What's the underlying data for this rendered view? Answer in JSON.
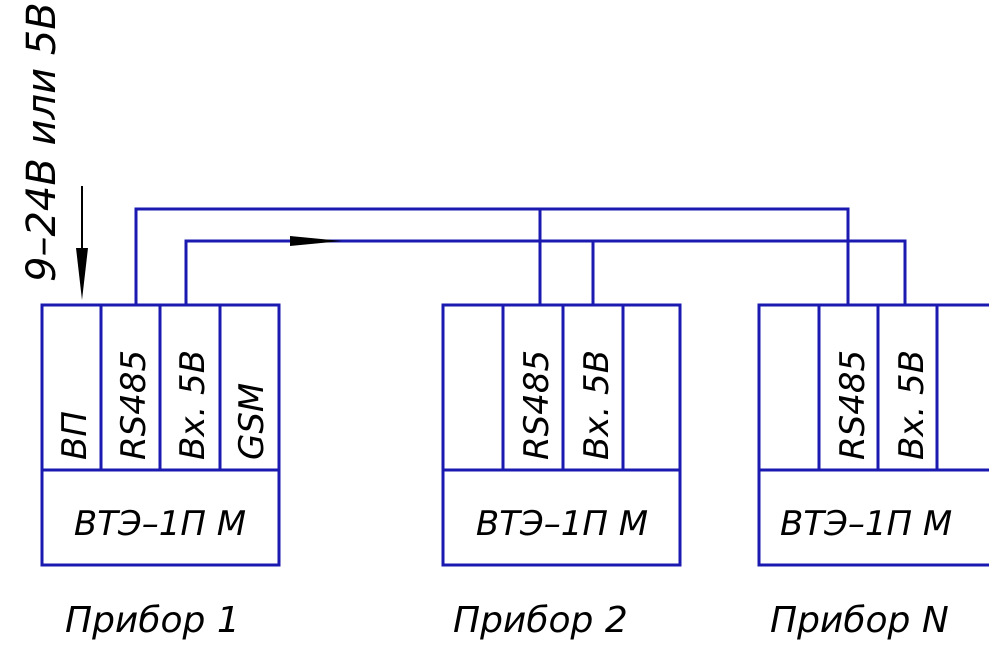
{
  "supply_label": "9–24В или 5В",
  "devices": [
    {
      "model": "ВТЭ–1П  М",
      "caption": "Прибор 1",
      "ports": [
        "ВП",
        "RS485",
        "Вх. 5В",
        "GSM"
      ]
    },
    {
      "model": "ВТЭ–1П  М",
      "caption": "Прибор 2",
      "ports": [
        "",
        "RS485",
        "Вх. 5В",
        ""
      ]
    },
    {
      "model": "ВТЭ–1П  М",
      "caption": "Прибор N",
      "ports": [
        "",
        "RS485",
        "Вх. 5В",
        ""
      ]
    }
  ],
  "colors": {
    "wire": "#1a1ab0",
    "text": "#000000"
  }
}
